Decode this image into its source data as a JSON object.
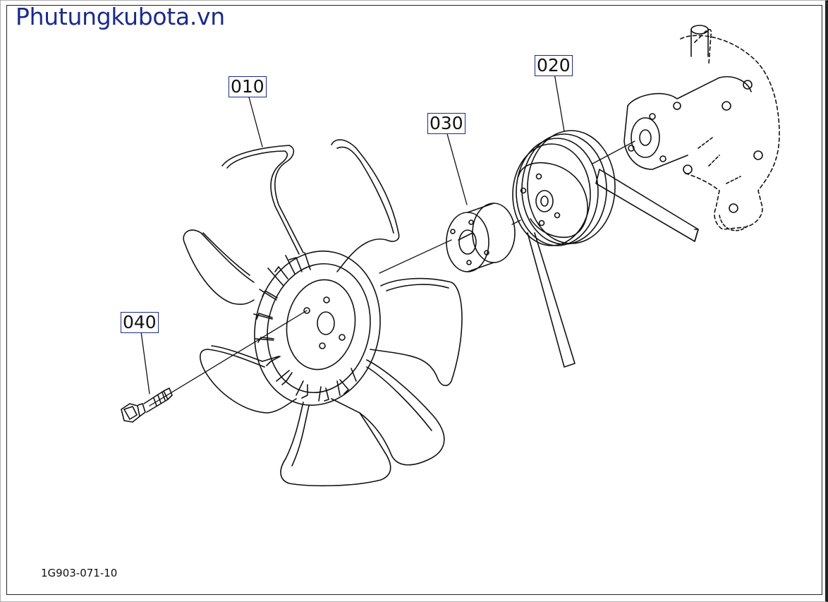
{
  "brand": "Phutungkubota.vn",
  "diagram_code": "1G903-071-10",
  "callouts": {
    "fan": "010",
    "pulley": "020",
    "spacer": "030",
    "bolt": "040"
  }
}
